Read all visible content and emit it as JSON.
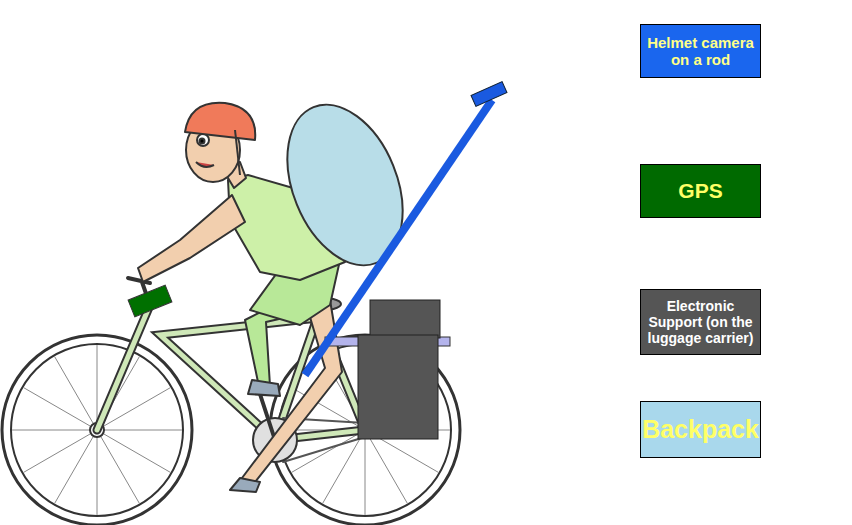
{
  "diagram": {
    "nodes": [
      {
        "text": [
          "Helmet camera on a rod"
        ]
      },
      {
        "text": [
          "GPS"
        ]
      },
      {
        "text": [
          "Electronic Support (on the luggage carrier)"
        ]
      },
      {
        "text": [
          "Backpack"
        ]
      }
    ]
  }
}
